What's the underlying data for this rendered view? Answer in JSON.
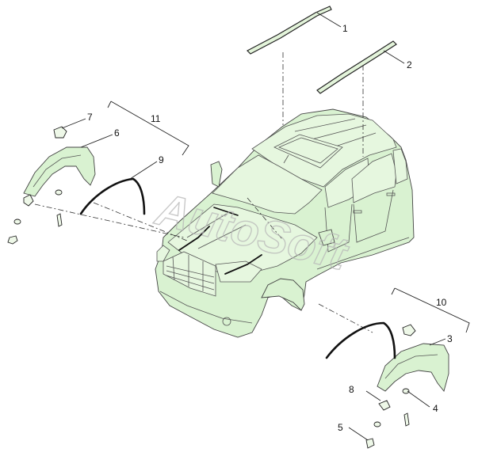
{
  "watermark": "AutoSoft",
  "callouts": {
    "c1": "1",
    "c2": "2",
    "c3": "3",
    "c4": "4",
    "c5": "5",
    "c6": "6",
    "c7": "7",
    "c8": "8",
    "c9": "9",
    "c10": "10",
    "c11": "11"
  },
  "colors": {
    "body": "#d9f2d1",
    "outline": "#444444",
    "watermark": "#b8b8b8"
  }
}
